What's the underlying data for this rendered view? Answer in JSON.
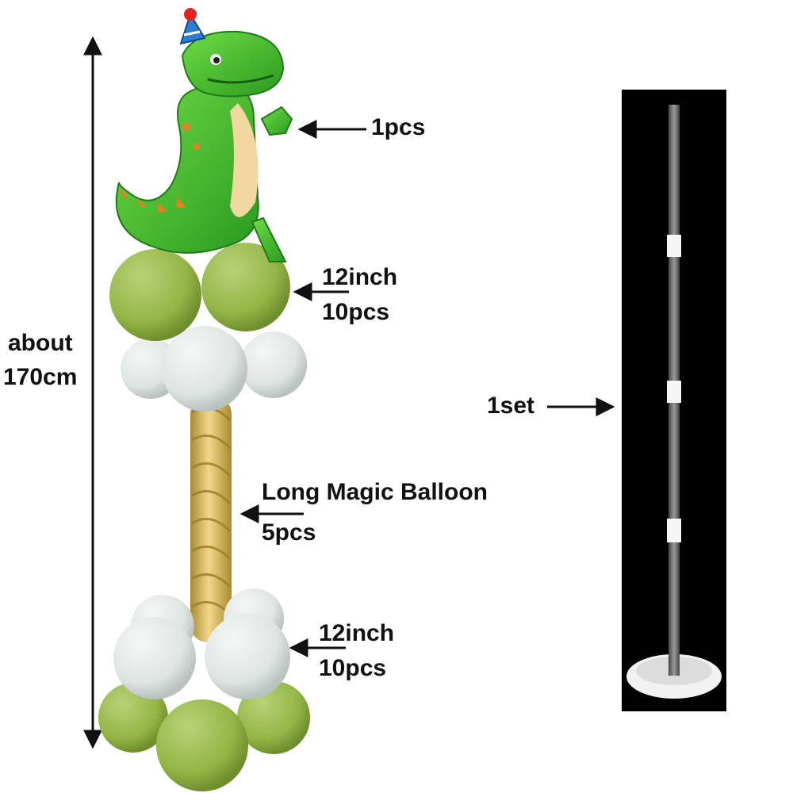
{
  "labels": {
    "height_about": "about",
    "height_value": "170cm",
    "foil_count": "1pcs",
    "top_size": "12inch",
    "top_count": "10pcs",
    "magic_name": "Long Magic Balloon",
    "magic_count": "5pcs",
    "bottom_size": "12inch",
    "bottom_count": "10pcs",
    "stand_count": "1set"
  },
  "colors": {
    "dino_green": "#3dbb2a",
    "dino_belly": "#f3d7a0",
    "dino_spots": "#f07a1e",
    "olive_balloon": "#93b646",
    "grey_balloon": "#dfe5e3",
    "gold_balloon": "#d9b95a",
    "stand_background": "#000000",
    "stand_pole": "#6a6a6a",
    "stand_base": "#f2f2f2"
  }
}
